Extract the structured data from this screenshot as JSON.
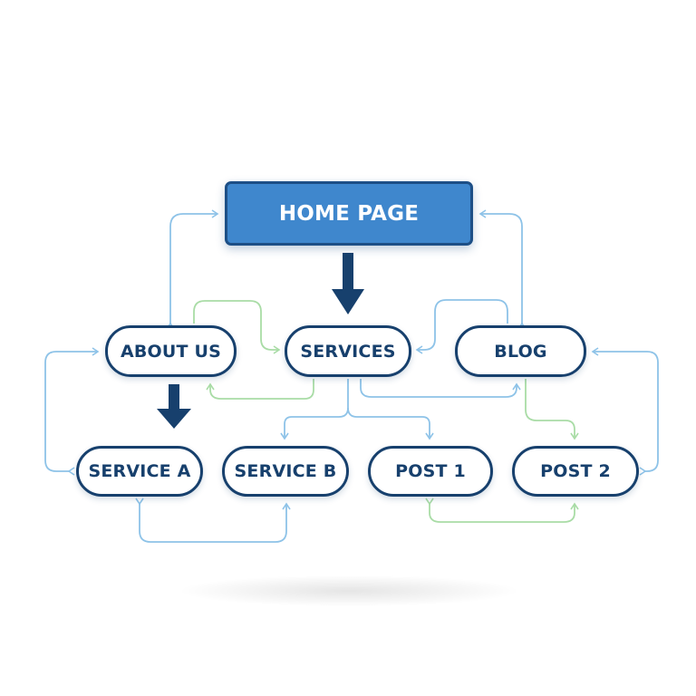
{
  "diagram": {
    "nodes": {
      "home": "HOME PAGE",
      "about": "ABOUT US",
      "services": "SERVICES",
      "blog": "BLOG",
      "service_a": "SERVICE A",
      "service_b": "SERVICE B",
      "post_1": "POST 1",
      "post_2": "POST 2"
    },
    "links": [
      {
        "from": "home",
        "to": "services",
        "style": "primary-arrow"
      },
      {
        "from": "about",
        "to": "service_a",
        "style": "primary-arrow"
      },
      {
        "from": "about",
        "to": "home",
        "style": "blue"
      },
      {
        "from": "blog",
        "to": "home",
        "style": "blue"
      },
      {
        "from": "about",
        "to": "services",
        "style": "green"
      },
      {
        "from": "services",
        "to": "about",
        "style": "green"
      },
      {
        "from": "blog",
        "to": "services",
        "style": "blue"
      },
      {
        "from": "services",
        "to": "blog",
        "style": "blue"
      },
      {
        "from": "services",
        "to": "service_b",
        "style": "blue"
      },
      {
        "from": "services",
        "to": "post_1",
        "style": "blue"
      },
      {
        "from": "blog",
        "to": "post_2",
        "style": "green"
      },
      {
        "from": "service_a",
        "to": "about",
        "style": "blue"
      },
      {
        "from": "post_2",
        "to": "blog",
        "style": "blue"
      },
      {
        "from": "service_a",
        "to": "service_b",
        "style": "blue"
      },
      {
        "from": "post_1",
        "to": "post_2",
        "style": "green"
      }
    ],
    "colors": {
      "node_border": "#17406d",
      "root_fill": "#3f87cd",
      "primary_arrow": "#17406d",
      "blue_link": "#8ec3e8",
      "green_link": "#a9dca6"
    }
  }
}
